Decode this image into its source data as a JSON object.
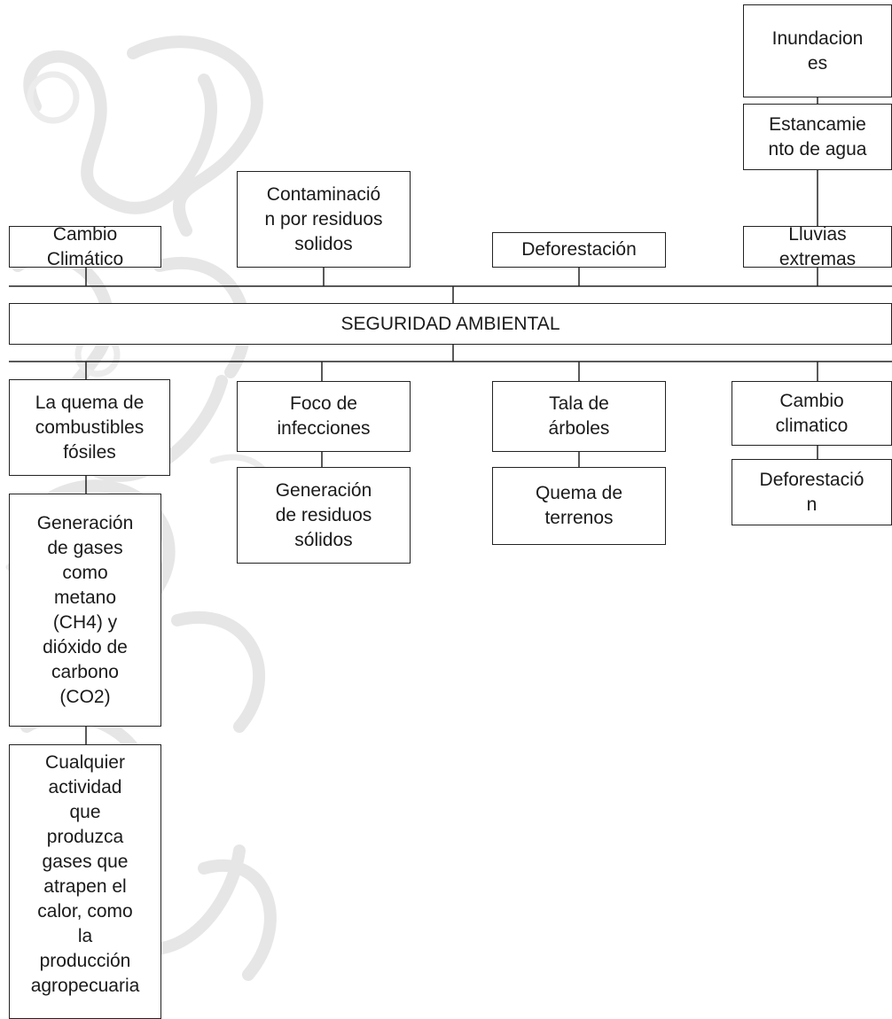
{
  "center": "SEGURIDAD AMBIENTAL",
  "top_boxes": [
    {
      "id": "cambio-climatico",
      "text": "Cambio\nClimático"
    },
    {
      "id": "contaminacion",
      "text": "Contaminació\nn por residuos\nsolidos"
    },
    {
      "id": "deforestacion-top",
      "text": "Deforestación"
    },
    {
      "id": "lluvias",
      "text": "Lluvias\nextremas"
    },
    {
      "id": "estancamiento",
      "text": "Estancamie\nnto de agua"
    },
    {
      "id": "inundaciones",
      "text": "Inundacion\nes"
    }
  ],
  "bottom_boxes": [
    {
      "id": "quema-combustibles",
      "text": "La quema de\ncombustibles\nfósiles"
    },
    {
      "id": "generacion-gases",
      "text": "Generación\nde gases\ncomo\nmetano\n(CH4) y\ndióxido de\ncarbono\n(CO2)"
    },
    {
      "id": "cualquier-actividad",
      "text": "Cualquier\nactividad\nque\nproduzca\ngases que\natrapen el\ncalor, como\nla\nproducción\nagropecuaria"
    },
    {
      "id": "foco-infecciones",
      "text": "Foco de\ninfecciones"
    },
    {
      "id": "generacion-residuos",
      "text": "Generación\nde residuos\nsólidos"
    },
    {
      "id": "tala-arboles",
      "text": "Tala de\nárboles"
    },
    {
      "id": "quema-terrenos",
      "text": "Quema de\nterrenos"
    },
    {
      "id": "cambio-climatico-bottom",
      "text": "Cambio\nclimatico"
    },
    {
      "id": "deforestacion-bottom",
      "text": "Deforestació\nn"
    }
  ]
}
